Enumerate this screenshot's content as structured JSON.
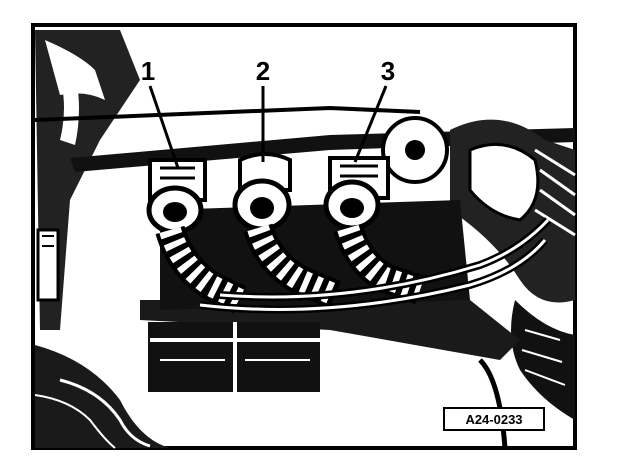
{
  "figure": {
    "callouts": [
      {
        "label": "1"
      },
      {
        "label": "2"
      },
      {
        "label": "3"
      }
    ],
    "reference_code": "A24-0233"
  },
  "colors": {
    "ink": "#000000",
    "paper": "#ffffff",
    "dark_fill": "#1a1a1a"
  }
}
